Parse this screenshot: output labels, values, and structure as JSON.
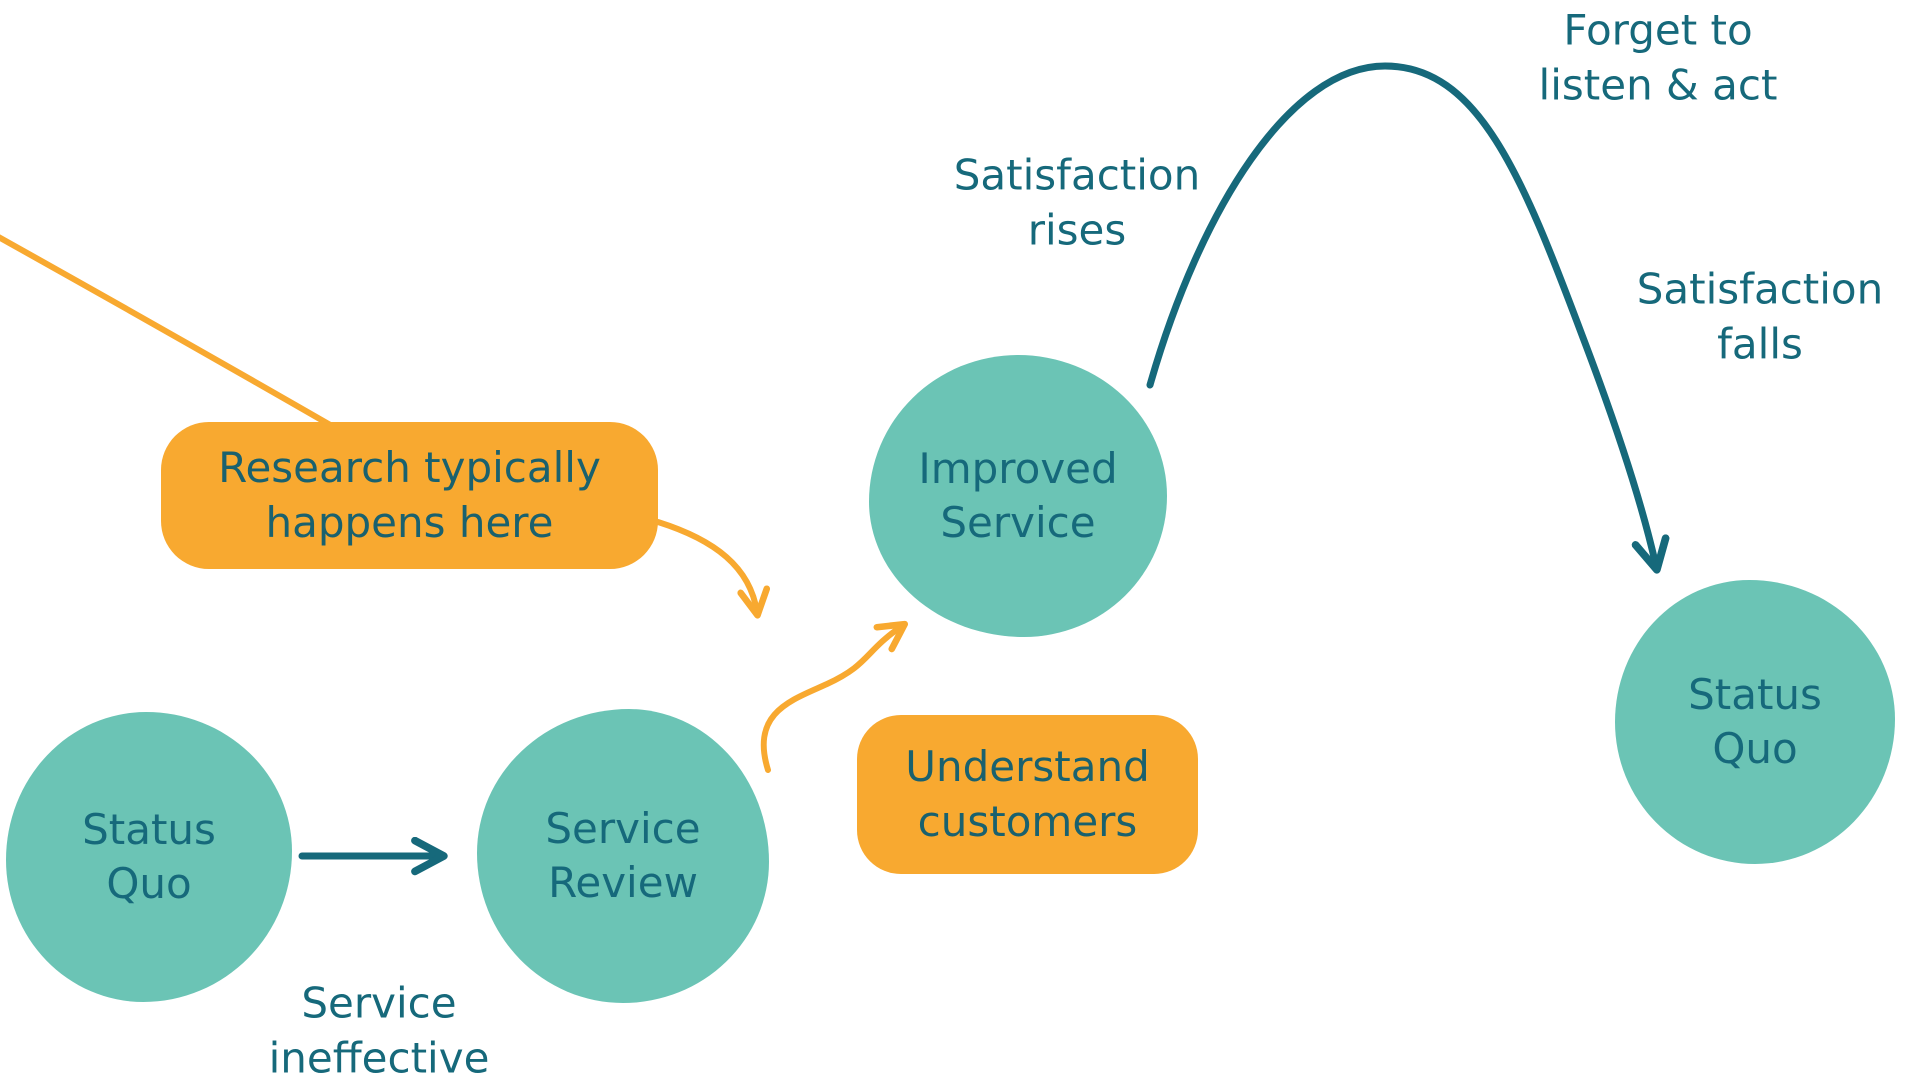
{
  "title": "Service review cycle diagram",
  "colors": {
    "node_fill": "#6BC4B5",
    "dark_teal": "#16697B",
    "orange": "#F8A930",
    "background": "#FFFFFF"
  },
  "nodes": {
    "status_quo_left": {
      "label": "Status Quo"
    },
    "service_review": {
      "label": "Service Review"
    },
    "improved_service": {
      "label": "Improved Service"
    },
    "status_quo_right": {
      "label": "Status Quo"
    }
  },
  "callouts": {
    "research": {
      "label": "Research typically happens here"
    },
    "understand_customers": {
      "label": "Understand customers"
    }
  },
  "annotations": {
    "service_ineffective": {
      "label": "Service ineffective"
    },
    "satisfaction_rises": {
      "label": "Satisfaction rises"
    },
    "forget_to_listen": {
      "label": "Forget to listen & act"
    },
    "satisfaction_falls": {
      "label": "Satisfaction falls"
    }
  },
  "edges": [
    {
      "name": "status-quo-to-service-review",
      "style": "teal solid arrow"
    },
    {
      "name": "improved-service-to-status-quo",
      "style": "teal hump curve arrow"
    },
    {
      "name": "intro-line-to-research-callout",
      "style": "yellow curve"
    },
    {
      "name": "research-callout-pointer",
      "style": "yellow curve arrow"
    },
    {
      "name": "service-review-to-improved-service",
      "style": "yellow s-curve arrow"
    }
  ]
}
